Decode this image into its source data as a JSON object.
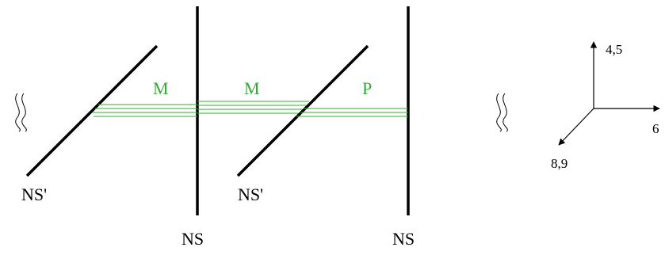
{
  "colors": {
    "strings": "#33aa33",
    "branes": "#000000"
  },
  "labels": {
    "ns_prime_left": "NS'",
    "ns_prime_right": "NS'",
    "ns_left": "NS",
    "ns_right": "NS",
    "m_left": "M",
    "m_right": "M",
    "p": "P"
  },
  "axes": {
    "up": "4,5",
    "right": "6",
    "down_left": "8,9"
  },
  "icons": {
    "squiggle_left": "double-wavy-line",
    "squiggle_right": "double-wavy-line"
  }
}
